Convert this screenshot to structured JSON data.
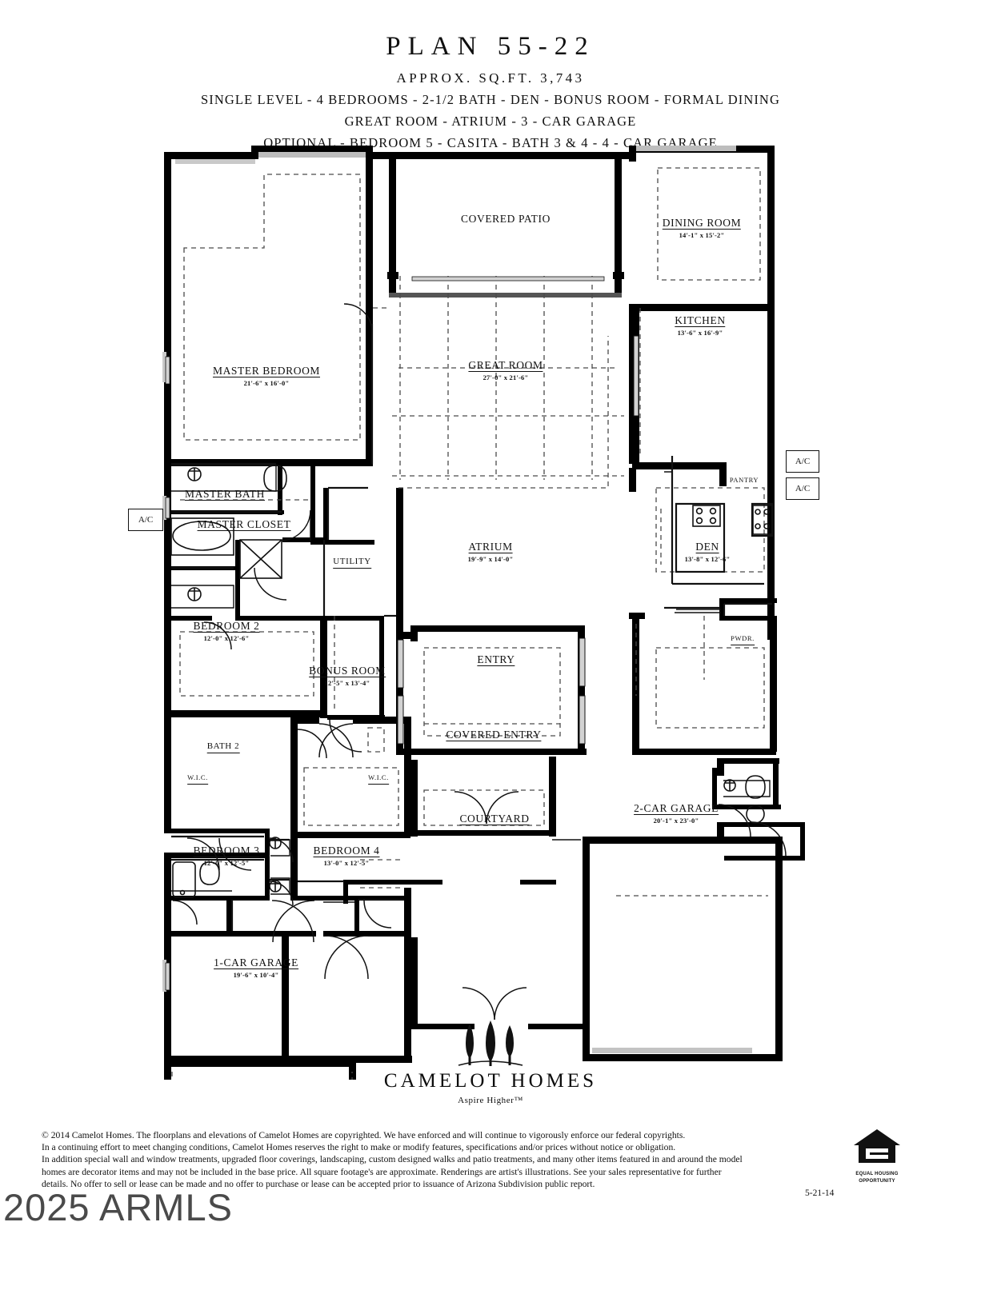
{
  "title": {
    "plan": "PLAN 55-22",
    "approx": "APPROX. SQ.FT. 3,743",
    "features_line1": "SINGLE LEVEL - 4 BEDROOMS - 2-1/2 BATH - DEN - BONUS ROOM - FORMAL DINING",
    "features_line2": "GREAT ROOM - ATRIUM - 3 - CAR GARAGE",
    "features_line3": "OPTIONAL - BEDROOM 5 - CASITA - BATH 3 & 4 - 4 - CAR GARAGE"
  },
  "rooms": [
    {
      "name": "MASTER BEDROOM",
      "dims": "21'-6\" x 16'-0\""
    },
    {
      "name": "COVERED PATIO",
      "dims": ""
    },
    {
      "name": "DINING ROOM",
      "dims": "14'-1\" x 15'-2\""
    },
    {
      "name": "MASTER BATH",
      "dims": ""
    },
    {
      "name": "GREAT ROOM",
      "dims": "27'-0\" x 21'-6\""
    },
    {
      "name": "KITCHEN",
      "dims": "13'-6\" x 16'-9\""
    },
    {
      "name": "MASTER CLOSET",
      "dims": ""
    },
    {
      "name": "UTILITY",
      "dims": ""
    },
    {
      "name": "ATRIUM",
      "dims": "19'-9\" x 14'-0\""
    },
    {
      "name": "DEN",
      "dims": "13'-8\" x 12'-6\""
    },
    {
      "name": "PANTRY",
      "dims": ""
    },
    {
      "name": "BEDROOM 2",
      "dims": "12'-0\" x 12'-6\""
    },
    {
      "name": "BONUS ROOM",
      "dims": "12'-5\" x 13'-4\""
    },
    {
      "name": "ENTRY",
      "dims": ""
    },
    {
      "name": "PWDR.",
      "dims": ""
    },
    {
      "name": "BATH 2",
      "dims": ""
    },
    {
      "name": "COVERED ENTRY",
      "dims": ""
    },
    {
      "name": "W.I.C.",
      "dims": ""
    },
    {
      "name": "W.I.C.",
      "dims": ""
    },
    {
      "name": "COURTYARD",
      "dims": ""
    },
    {
      "name": "2-CAR GARAGE",
      "dims": "20'-1\" x 23'-0\""
    },
    {
      "name": "BEDROOM 3",
      "dims": "12'-0\" x 12'-5\""
    },
    {
      "name": "BEDROOM 4",
      "dims": "13'-0\" x 12'-5\""
    },
    {
      "name": "1-CAR GARAGE",
      "dims": "19'-6\" x 10'-4\""
    }
  ],
  "ac_units": [
    {
      "label": "A/C"
    },
    {
      "label": "A/C"
    },
    {
      "label": "A/C"
    }
  ],
  "logo": {
    "brand": "CAMELOT HOMES",
    "tagline": "Aspire Higher™"
  },
  "footer": {
    "line1": "© 2014 Camelot Homes. The floorplans and elevations of Camelot Homes are copyrighted. We have enforced and will continue to vigorously enforce our federal copyrights.",
    "line2": "In a continuing effort to meet changing conditions, Camelot Homes reserves the right to make or modify features, specifications and/or prices without notice or obligation.",
    "line3": "In addition special wall and window treatments, upgraded floor coverings, landscaping, custom designed walks and patio treatments, and many other items featured in and around the model",
    "line4": "homes are decorator items and may not be included in the base price. All square footage's are approximate. Renderings are artist's illustrations.  See your sales representative for further",
    "line5": "details.  No offer to sell or lease can be made and no offer to purchase or lease can be accepted prior to issuance of Arizona Subdivision public report.",
    "date": "5-21-14"
  },
  "equal_housing": {
    "line1": "EQUAL HOUSING",
    "line2": "OPPORTUNITY"
  },
  "watermark": "2025 ARMLS",
  "colors": {
    "ink": "#111111",
    "wall": "#000000",
    "paper": "#ffffff"
  }
}
